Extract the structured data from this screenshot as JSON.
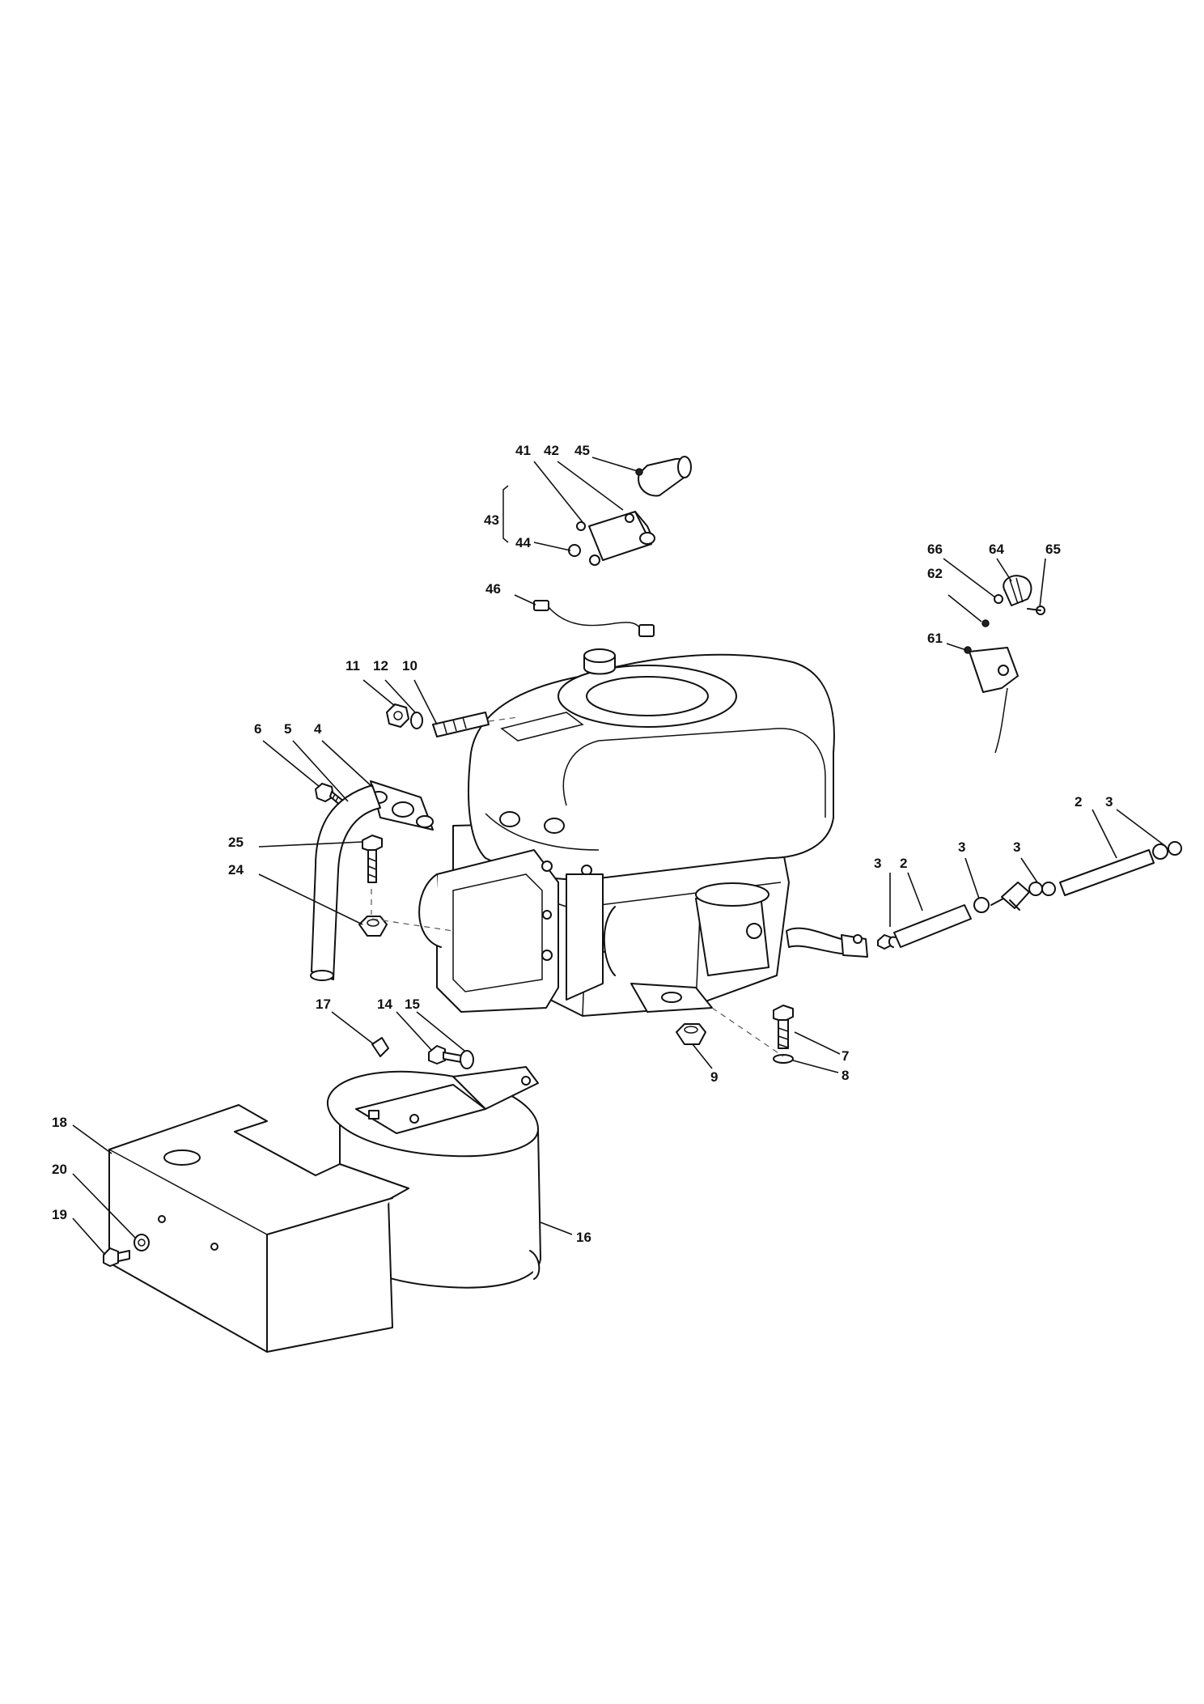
{
  "diagram": {
    "part_numbers": [
      "41",
      "42",
      "45",
      "43",
      "44",
      "46",
      "66",
      "64",
      "65",
      "62",
      "61",
      "11",
      "12",
      "10",
      "6",
      "5",
      "4",
      "25",
      "24",
      "3",
      "2",
      "17",
      "14",
      "15",
      "7",
      "9",
      "8",
      "18",
      "20",
      "19",
      "16"
    ]
  },
  "colors": {
    "line": "#111111",
    "background": "#ffffff"
  }
}
